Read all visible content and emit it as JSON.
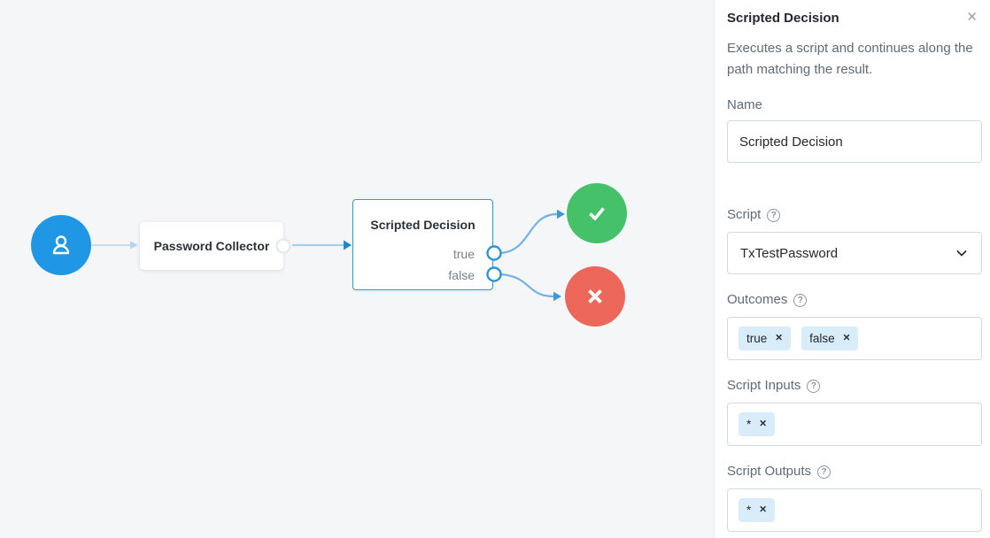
{
  "colors": {
    "canvas_bg": "#f5f6f8",
    "panel_bg": "#ffffff",
    "start_node": "#2097e4",
    "success_node": "#45c269",
    "failure_node": "#ec675a",
    "selected_node_border": "#28a0ca",
    "connector_line": "#a6cdea",
    "connector_line_light": "#b5d3ea",
    "connector_arrow": "#1d86d4",
    "port_border": "#2d93d9",
    "tag_bg": "#d9ecfa"
  },
  "icons": {
    "help": "?",
    "close": "✕",
    "tag_remove": "✕"
  },
  "canvas": {
    "nodes": {
      "start": {
        "icon": "user-icon"
      },
      "password_collector": {
        "label": "Password Collector"
      },
      "scripted_decision": {
        "label": "Scripted Decision",
        "outcome_ports": [
          "true",
          "false"
        ]
      },
      "success": {
        "icon": "check-icon"
      },
      "failure": {
        "icon": "x-icon"
      }
    }
  },
  "panel": {
    "title": "Scripted Decision",
    "description": "Executes a script and continues along the path matching the result.",
    "name_field": {
      "label": "Name",
      "value": "Scripted Decision"
    },
    "script_field": {
      "label": "Script",
      "value": "TxTestPassword"
    },
    "outcomes_field": {
      "label": "Outcomes",
      "tags": [
        "true",
        "false"
      ]
    },
    "script_inputs_field": {
      "label": "Script Inputs",
      "tags": [
        "*"
      ]
    },
    "script_outputs_field": {
      "label": "Script Outputs",
      "tags": [
        "*"
      ]
    }
  }
}
